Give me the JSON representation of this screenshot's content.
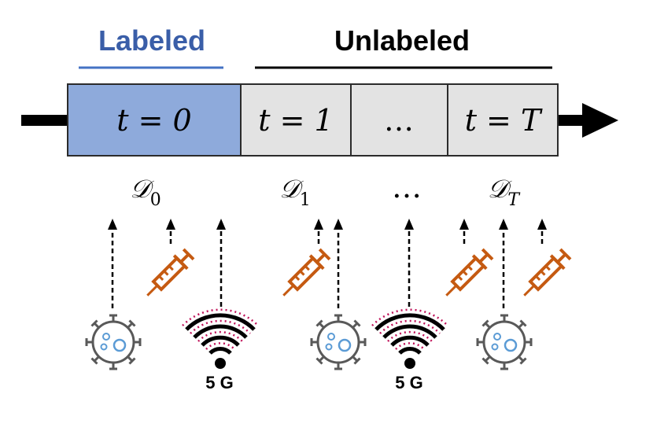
{
  "header": {
    "labeled": "Labeled",
    "unlabeled": "Unlabeled",
    "labeled_color": "#3a5ea8",
    "unlabeled_color": "#000000"
  },
  "timeline": {
    "cells": [
      {
        "text": "t = 0",
        "fill": "#8eaadb"
      },
      {
        "text": "t = 1",
        "fill": "#e3e3e3"
      },
      {
        "text": "…",
        "fill": "#e3e3e3"
      },
      {
        "text": "t = T",
        "fill": "#e3e3e3"
      }
    ]
  },
  "datasets": [
    {
      "symbol": "𝒟",
      "subscript": "0"
    },
    {
      "symbol": "𝒟",
      "subscript": "1"
    },
    {
      "symbol": "…",
      "subscript": ""
    },
    {
      "symbol": "𝒟",
      "subscript": "T"
    }
  ],
  "icons": {
    "virus": "virus-icon",
    "syringe": "syringe-icon",
    "signal": "5g-signal-icon",
    "signal_label": "5 G",
    "syringe_color": "#c55a11",
    "virus_color": "#595959",
    "virus_spot_color": "#5b9bd5",
    "signal_dot_color": "#c0145a"
  }
}
